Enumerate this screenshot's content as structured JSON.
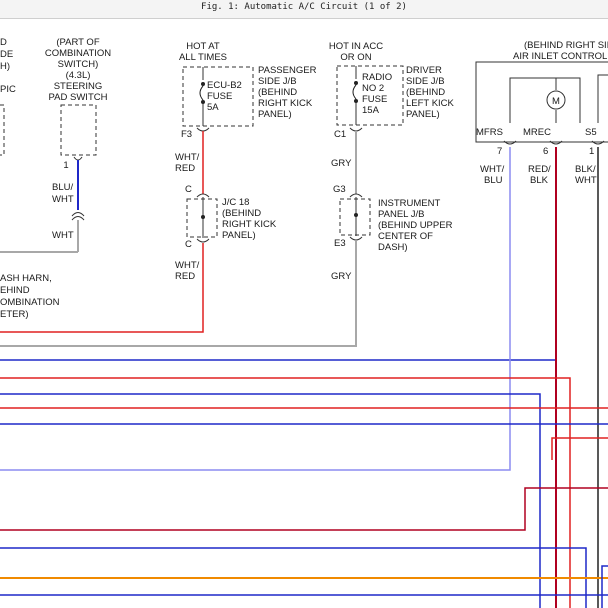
{
  "title": "Fig. 1: Automatic A/C Circuit (1 of 2)",
  "colors": {
    "red": "#e02020",
    "dark_red": "#b00020",
    "blue": "#1f28c8",
    "light_blue": "#8c8cf0",
    "gray": "#a8a8a8",
    "orange": "#f08a00",
    "black": "#222222"
  },
  "left_edge": {
    "top_fragment": [
      "D",
      "DE",
      "H)"
    ],
    "pic": "PIC",
    "dash_harn": [
      "ASH HARN,",
      "EHIND",
      "OMBINATION",
      "ETER)"
    ]
  },
  "steering_switch": {
    "label": [
      "(PART OF",
      "COMBINATION",
      "SWITCH)",
      "(4.3L)",
      "STEERING",
      "PAD SWITCH"
    ],
    "pin": "1",
    "wire_color": [
      "BLU/",
      "WHT"
    ],
    "lower_wire": "WHT"
  },
  "ecu_b2": {
    "power": [
      "HOT AT",
      "ALL TIMES"
    ],
    "fuse": [
      "ECU-B2",
      "FUSE",
      "5A"
    ],
    "location": [
      "PASSENGER",
      "SIDE J/B",
      "(BEHIND",
      "RIGHT KICK",
      "PANEL)"
    ],
    "pin": "F3",
    "wire_top": [
      "WHT/",
      "RED"
    ],
    "jc_top": "C",
    "jc_bottom": "C",
    "jc_label": [
      "J/C 18",
      "(BEHIND",
      "RIGHT KICK",
      "PANEL)"
    ],
    "wire_bottom": [
      "WHT/",
      "RED"
    ]
  },
  "radio": {
    "power": [
      "HOT IN ACC",
      "OR ON"
    ],
    "fuse": [
      "RADIO",
      "NO 2",
      "FUSE",
      "15A"
    ],
    "location": [
      "DRIVER",
      "SIDE J/B",
      "(BEHIND",
      "LEFT KICK",
      "PANEL)"
    ],
    "pin": "C1",
    "wire_top": "GRY",
    "jb_top": "G3",
    "jb_bottom": "E3",
    "jb_label": [
      "INSTRUMENT",
      "PANEL J/B",
      "(BEHIND UPPER",
      "CENTER OF",
      "DASH)"
    ],
    "wire_bottom": "GRY"
  },
  "air_inlet": {
    "header": [
      "(BEHIND RIGHT SIDE",
      "AIR INLET CONTROL"
    ],
    "motor": "M",
    "pins": [
      {
        "name": "MFRS",
        "num": "7",
        "wire": [
          "WHT/",
          "BLU"
        ]
      },
      {
        "name": "MREC",
        "num": "6",
        "wire": [
          "RED/",
          "BLK"
        ]
      },
      {
        "name": "S5",
        "num": "1",
        "wire": [
          "BLK/",
          "WHT"
        ]
      }
    ]
  }
}
